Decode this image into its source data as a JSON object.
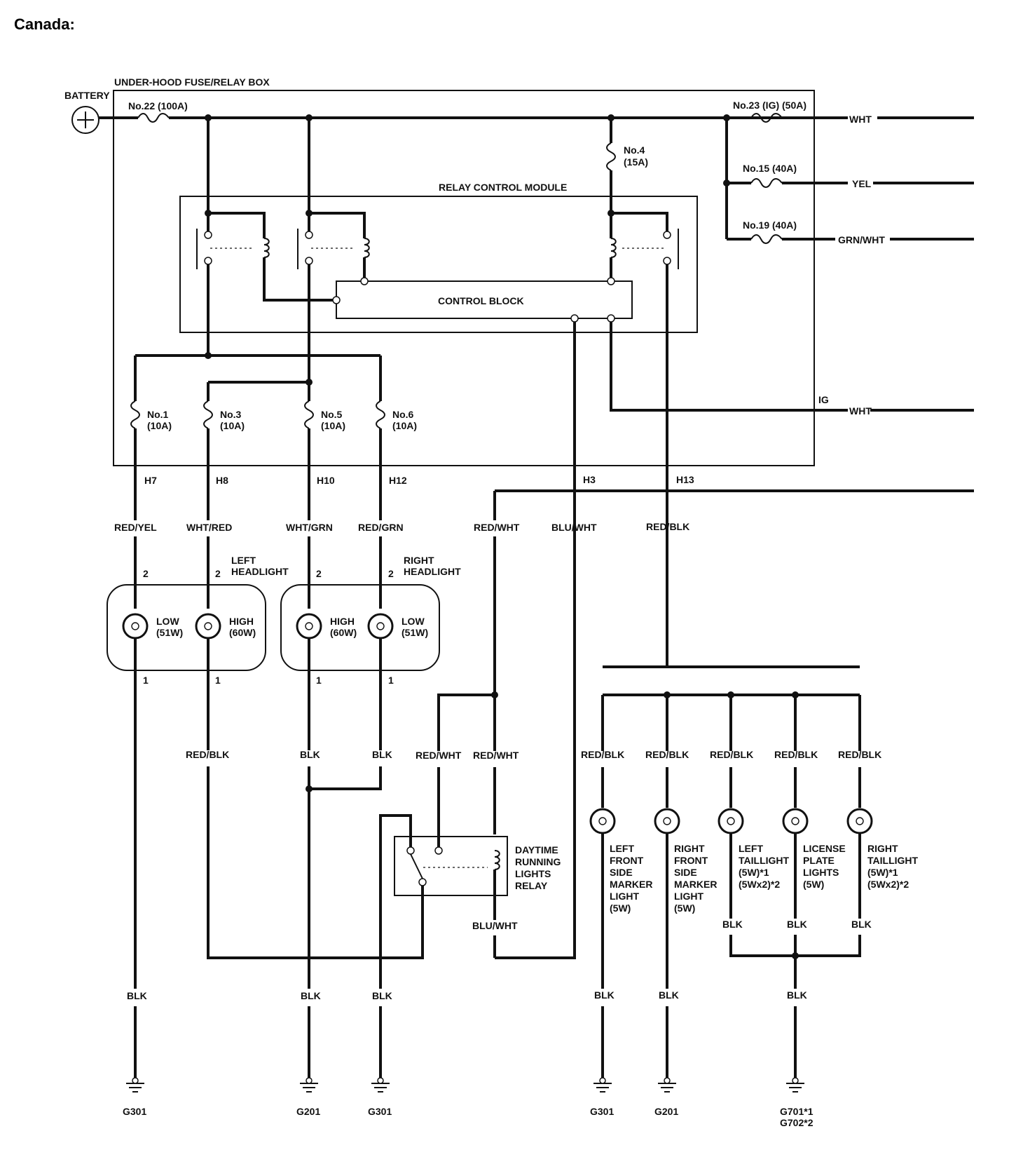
{
  "title": "Canada:",
  "boxes": {
    "fuse_relay_box": "UNDER-HOOD FUSE/RELAY BOX",
    "relay_control_module": "RELAY CONTROL MODULE",
    "control_block": "CONTROL BLOCK"
  },
  "battery": "BATTERY",
  "fuses": {
    "f22": "No.22 (100A)",
    "f23": "No.23 (IG) (50A)",
    "f15": "No.15 (40A)",
    "f19": "No.19 (40A)",
    "f4a": "No.4",
    "f4b": "(15A)",
    "f1a": "No.1",
    "f1b": "(10A)",
    "f3a": "No.3",
    "f3b": "(10A)",
    "f5a": "No.5",
    "f5b": "(10A)",
    "f6a": "No.6",
    "f6b": "(10A)"
  },
  "outputs": {
    "wht": "WHT",
    "yel": "YEL",
    "grnwht": "GRN/WHT",
    "ig": "IG",
    "ig_wht": "WHT"
  },
  "connectors": {
    "h7": "H7",
    "h8": "H8",
    "h10": "H10",
    "h12": "H12",
    "h3": "H3",
    "h13": "H13"
  },
  "wires": {
    "red_yel": "RED/YEL",
    "wht_red": "WHT/RED",
    "wht_grn": "WHT/GRN",
    "red_grn": "RED/GRN",
    "red_wht_top": "RED/WHT",
    "blu_wht_top": "BLU/WHT",
    "red_blk_top": "RED/BLK",
    "red_blk_mid": "RED/BLK",
    "blk_mid1": "BLK",
    "blk_mid2": "BLK",
    "red_wht_mid1": "RED/WHT",
    "red_wht_mid2": "RED/WHT",
    "blu_wht_bot": "BLU/WHT",
    "rb1": "RED/BLK",
    "rb2": "RED/BLK",
    "rb3": "RED/BLK",
    "rb4": "RED/BLK",
    "rb5": "RED/BLK",
    "blk_t1": "BLK",
    "blk_t2": "BLK",
    "blk_t3": "BLK",
    "blk_g1": "BLK",
    "blk_g2": "BLK",
    "blk_g3": "BLK",
    "blk_g4": "BLK",
    "blk_g5": "BLK",
    "blk_g6": "BLK"
  },
  "headlights": {
    "left_a": "LEFT",
    "left_b": "HEADLIGHT",
    "right_a": "RIGHT",
    "right_b": "HEADLIGHT",
    "low": "LOW",
    "high": "HIGH",
    "w51": "(51W)",
    "w60": "(60W)",
    "pin1": "1",
    "pin2": "2"
  },
  "relay": [
    "DAYTIME",
    "RUNNING",
    "LIGHTS",
    "RELAY"
  ],
  "lamps": {
    "lfsm": [
      "LEFT",
      "FRONT",
      "SIDE",
      "MARKER",
      "LIGHT",
      "(5W)"
    ],
    "rfsm": [
      "RIGHT",
      "FRONT",
      "SIDE",
      "MARKER",
      "LIGHT",
      "(5W)"
    ],
    "ltl": [
      "LEFT",
      "TAILLIGHT",
      "(5W)*1",
      "(5Wx2)*2"
    ],
    "lpl": [
      "LICENSE",
      "PLATE",
      "LIGHTS",
      "(5W)"
    ],
    "rtl": [
      "RIGHT",
      "TAILLIGHT",
      "(5W)*1",
      "(5Wx2)*2"
    ]
  },
  "grounds": {
    "g1": "G301",
    "g2": "G201",
    "g3": "G301",
    "g4": "G301",
    "g5": "G201",
    "g6a": "G701*1",
    "g6b": "G702*2"
  }
}
